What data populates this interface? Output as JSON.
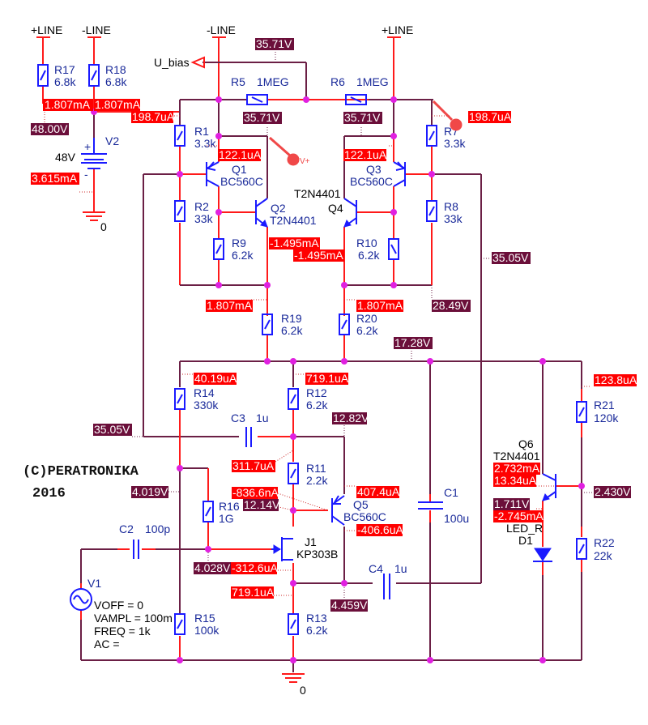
{
  "schematic": {
    "copyright": "(C)PERATRONIKA",
    "year": "2016",
    "power": {
      "plus_line": "+LINE",
      "minus_line": "-LINE",
      "u_bias": "U_bias",
      "ground": "0"
    },
    "components": {
      "R17": {
        "name": "R17",
        "value": "6.8k"
      },
      "R18": {
        "name": "R18",
        "value": "6.8k"
      },
      "V2": {
        "name": "V2",
        "value": "48V"
      },
      "R5": {
        "name": "R5",
        "value": "1MEG"
      },
      "R6": {
        "name": "R6",
        "value": "1MEG"
      },
      "R1": {
        "name": "R1",
        "value": "3.3k"
      },
      "R2": {
        "name": "R2",
        "value": "33k"
      },
      "R7": {
        "name": "R7",
        "value": "3.3k"
      },
      "R8": {
        "name": "R8",
        "value": "33k"
      },
      "R9": {
        "name": "R9",
        "value": "6.2k"
      },
      "R10": {
        "name": "R10",
        "value": "6.2k"
      },
      "Q1": {
        "name": "Q1",
        "value": "BC560C"
      },
      "Q2": {
        "name": "Q2",
        "value": "T2N4401"
      },
      "Q3": {
        "name": "Q3",
        "value": "BC560C"
      },
      "Q4": {
        "name": "Q4",
        "value": "T2N4401"
      },
      "R19": {
        "name": "R19",
        "value": "6.2k"
      },
      "R20": {
        "name": "R20",
        "value": "6.2k"
      },
      "R14": {
        "name": "R14",
        "value": "330k"
      },
      "R12": {
        "name": "R12",
        "value": "6.2k"
      },
      "C3": {
        "name": "C3",
        "value": "1u"
      },
      "R11": {
        "name": "R11",
        "value": "2.2k"
      },
      "R16": {
        "name": "R16",
        "value": "1G"
      },
      "Q5": {
        "name": "Q5",
        "value": "BC560C"
      },
      "J1": {
        "name": "J1",
        "value": "KP303B"
      },
      "C2": {
        "name": "C2",
        "value": "100p"
      },
      "C1": {
        "name": "C1",
        "value": "100u"
      },
      "C4": {
        "name": "C4",
        "value": "1u"
      },
      "R15": {
        "name": "R15",
        "value": "100k"
      },
      "R13": {
        "name": "R13",
        "value": "6.2k"
      },
      "R21": {
        "name": "R21",
        "value": "120k"
      },
      "Q6": {
        "name": "Q6",
        "value": "T2N4401"
      },
      "D1": {
        "name": "D1",
        "value": "LED_R"
      },
      "R22": {
        "name": "R22",
        "value": "22k"
      },
      "V1": {
        "name": "V1",
        "params": [
          "VOFF = 0",
          "VAMPL = 100m",
          "FREQ = 1k",
          "AC ="
        ]
      }
    },
    "probes": {
      "vplus": "V+",
      "vplus2": "V+"
    },
    "currents": {
      "r17": "1.807mA",
      "r18": "1.807mA",
      "r1_top": "198.7uA",
      "v2": "3.615mA",
      "q1_e": "122.1uA",
      "q3_e": "122.1uA",
      "r7_top": "198.7uA",
      "q2_e": "-1.495mA",
      "q4_e": "-1.495mA",
      "r19": "1.807mA",
      "r20": "1.807mA",
      "r14": "40.19uA",
      "r12": "719.1uA",
      "r11": "311.7uA",
      "q5_b": "-836.6nA",
      "q5_e": "407.4uA",
      "q5_c": "-406.6uA",
      "j1_g": "-312.6uA",
      "r13": "719.1uA",
      "r21": "123.8uA",
      "q6_c": "2.732mA",
      "q6_b": "13.34uA",
      "d1": "-2.745mA"
    },
    "voltages": {
      "v2_plus": "48.00V",
      "u_bias": "35.71V",
      "q1_e": "35.71V",
      "q3_e": "35.71V",
      "right_feedback": "35.05V",
      "r8_bottom": "28.49V",
      "rail_mid": "17.28V",
      "left_feedback": "35.05V",
      "q5_e": "12.82V",
      "r14_bottom": "4.019V",
      "j1_g": "4.028V",
      "q5_b": "12.14V",
      "c4": "4.459V",
      "q6_b": "2.430V",
      "d1": "1.711V"
    }
  }
}
